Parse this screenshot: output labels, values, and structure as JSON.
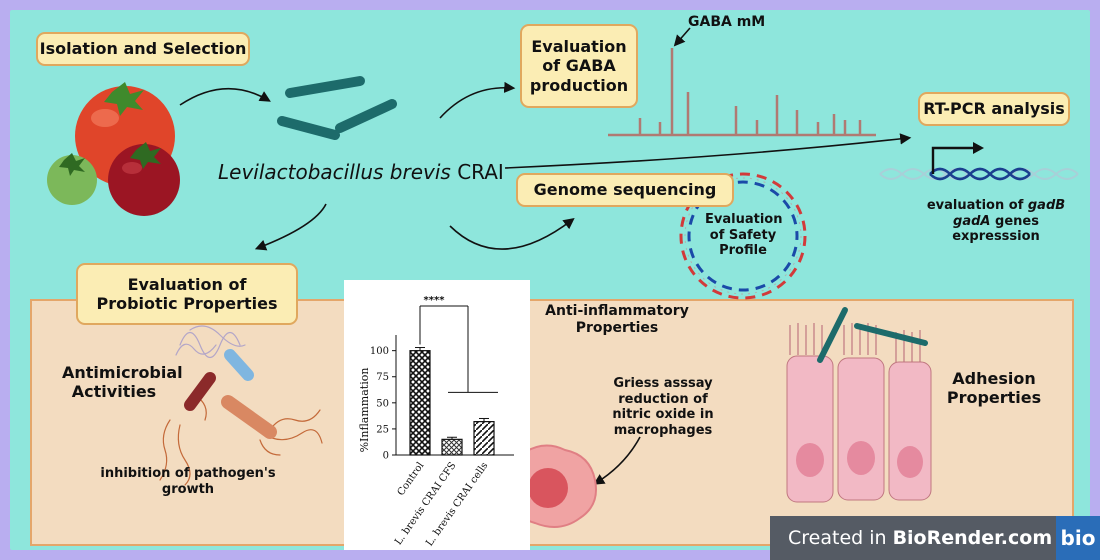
{
  "labels": {
    "isolation": "Isolation and Selection",
    "gaba_eval": "Evaluation of GABA production",
    "gaba_mm": "GABA mM",
    "rtpcr": "RT-PCR analysis",
    "genome": "Genome sequencing",
    "safety": "Evaluation of Safety Profile",
    "rtpcr_caption_prefix": "evaluation of ",
    "gene1": "gadB",
    "gene2": "gadA",
    "rtpcr_caption_suffix": " genes expresssion",
    "probiotic": "Evaluation of Probiotic Properties",
    "antimicrobial": "Antimicrobial Activities",
    "inhibition": "inhibition of pathogen's growth",
    "antiinflam": "Anti-inflammatory Properties",
    "griess": "Griess asssay reduction of nitric oxide in macrophages",
    "adhesion": "Adhesion Properties"
  },
  "organism": {
    "genus_species": "Levilactobacillus brevis",
    "strain": "CRAI"
  },
  "footer": {
    "created_in": "Created in",
    "brand": "BioRender.com",
    "logo": "bio"
  },
  "colors": {
    "background_frame": "#8ee6dc",
    "lower_panel": "#f3dcc0",
    "box_fill": "#fbedb4",
    "box_border": "#e0a85e",
    "bacteria": "#1d6b6b",
    "spectrum": "#b07a72"
  },
  "chart_data": {
    "type": "bar",
    "title": "",
    "xlabel": "",
    "ylabel": "%Inflammation",
    "categories": [
      "Control",
      "L. brevis CRAI CFS",
      "L. brevis CRAI cells"
    ],
    "values": [
      100,
      15,
      32
    ],
    "errors": [
      3,
      2,
      3
    ],
    "ylim": [
      0,
      115
    ],
    "yticks": [
      0,
      25,
      50,
      75,
      100
    ],
    "significance": "****"
  }
}
